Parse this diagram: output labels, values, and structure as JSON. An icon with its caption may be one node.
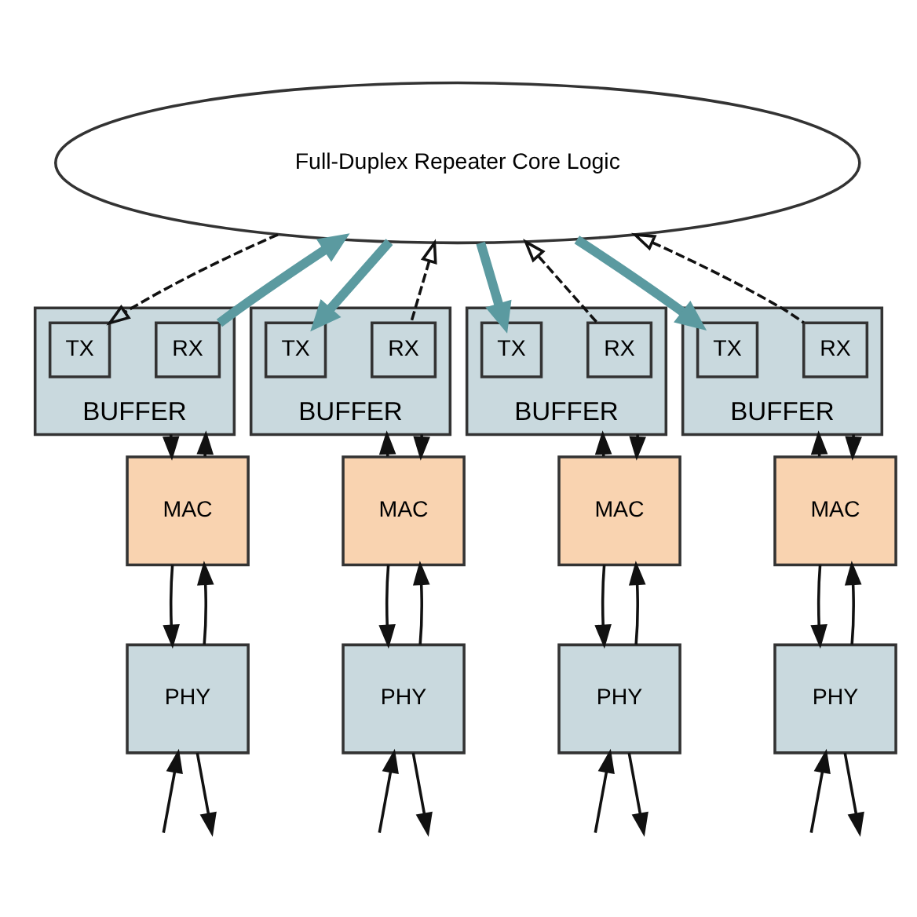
{
  "diagram": {
    "nodes": [
      {
        "text": [
          "Full-Duplex Repeater Core Logic"
        ]
      },
      {
        "text": [
          "BUFFER"
        ]
      },
      {
        "text": [
          "RX"
        ],
        "in": 1
      },
      {
        "text": [
          "TX"
        ],
        "in": 1
      },
      {
        "text": [
          "MAC"
        ]
      },
      {
        "text": [
          "PHY"
        ]
      },
      {
        "text": [
          "BUFFER"
        ]
      },
      {
        "text": [
          "RX"
        ],
        "in": 6
      },
      {
        "text": [
          "TX"
        ],
        "in": 6
      },
      {
        "text": [
          "MAC"
        ]
      },
      {
        "text": [
          "PHY"
        ]
      },
      {
        "text": [
          "BUFFER"
        ]
      },
      {
        "text": [
          "RX"
        ],
        "in": 11
      },
      {
        "text": [
          "TX"
        ],
        "in": 11
      },
      {
        "text": [
          "MAC"
        ]
      },
      {
        "text": [
          "PHY"
        ]
      },
      {
        "text": [
          "BUFFER"
        ]
      },
      {
        "text": [
          "RX"
        ],
        "in": 16
      },
      {
        "text": [
          "TX"
        ],
        "in": 16
      },
      {
        "text": [
          "MAC"
        ]
      },
      {
        "text": [
          "PHY"
        ]
      }
    ],
    "edges": [
      {
        "from": 2,
        "to": 0,
        "arrow": "to",
        "style": "thick",
        "color": "#5b9aa0"
      },
      {
        "from": 0,
        "to": 3,
        "arrow": "to",
        "style": "dashed"
      },
      {
        "from": 7,
        "to": 0,
        "arrow": "to",
        "style": "dashed"
      },
      {
        "from": 0,
        "to": 8,
        "arrow": "to",
        "style": "thick",
        "color": "#5b9aa0"
      },
      {
        "from": 12,
        "to": 0,
        "arrow": "to",
        "style": "dashed"
      },
      {
        "from": 0,
        "to": 13,
        "arrow": "to",
        "style": "thick",
        "color": "#5b9aa0"
      },
      {
        "from": 17,
        "to": 0,
        "arrow": "to",
        "style": "dashed"
      },
      {
        "from": 0,
        "to": 18,
        "arrow": "to",
        "style": "thick",
        "color": "#5b9aa0"
      },
      {
        "from": 1,
        "to": 4,
        "arrow": "to"
      },
      {
        "from": 4,
        "to": 1,
        "arrow": "to"
      },
      {
        "from": 4,
        "to": 5,
        "arrow": "to"
      },
      {
        "from": 5,
        "to": 4,
        "arrow": "to"
      },
      {
        "from": null,
        "to": 5,
        "arrow": "to"
      },
      {
        "from": 5,
        "to": null,
        "arrow": "to"
      },
      {
        "from": 9,
        "to": 6,
        "arrow": "to"
      },
      {
        "from": 6,
        "to": 9,
        "arrow": "to"
      },
      {
        "from": 9,
        "to": 10,
        "arrow": "to"
      },
      {
        "from": 10,
        "to": 9,
        "arrow": "to"
      },
      {
        "from": null,
        "to": 10,
        "arrow": "to"
      },
      {
        "from": 10,
        "to": null,
        "arrow": "to"
      },
      {
        "from": 14,
        "to": 11,
        "arrow": "to"
      },
      {
        "from": 11,
        "to": 14,
        "arrow": "to"
      },
      {
        "from": 14,
        "to": 15,
        "arrow": "to"
      },
      {
        "from": 15,
        "to": 14,
        "arrow": "to"
      },
      {
        "from": null,
        "to": 15,
        "arrow": "to"
      },
      {
        "from": 15,
        "to": null,
        "arrow": "to"
      },
      {
        "from": 19,
        "to": 16,
        "arrow": "to"
      },
      {
        "from": 16,
        "to": 19,
        "arrow": "to"
      },
      {
        "from": 19,
        "to": 20,
        "arrow": "to"
      },
      {
        "from": 20,
        "to": 19,
        "arrow": "to"
      },
      {
        "from": null,
        "to": 20,
        "arrow": "to"
      },
      {
        "from": 20,
        "to": null,
        "arrow": "to"
      }
    ]
  }
}
